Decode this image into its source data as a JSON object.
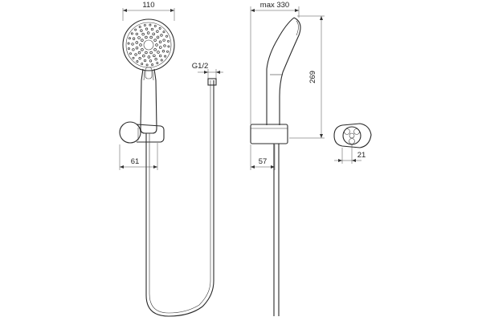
{
  "dimensions": {
    "head_width": "110",
    "connection_thread": "G1/2",
    "bracket_offset": "61",
    "max_length": "max 330",
    "height": "269",
    "bracket_depth": "57",
    "bracket_detail": "21"
  },
  "colors": {
    "line": "#2a2a2a",
    "dimension": "#4a4a4a",
    "background": "#ffffff"
  }
}
